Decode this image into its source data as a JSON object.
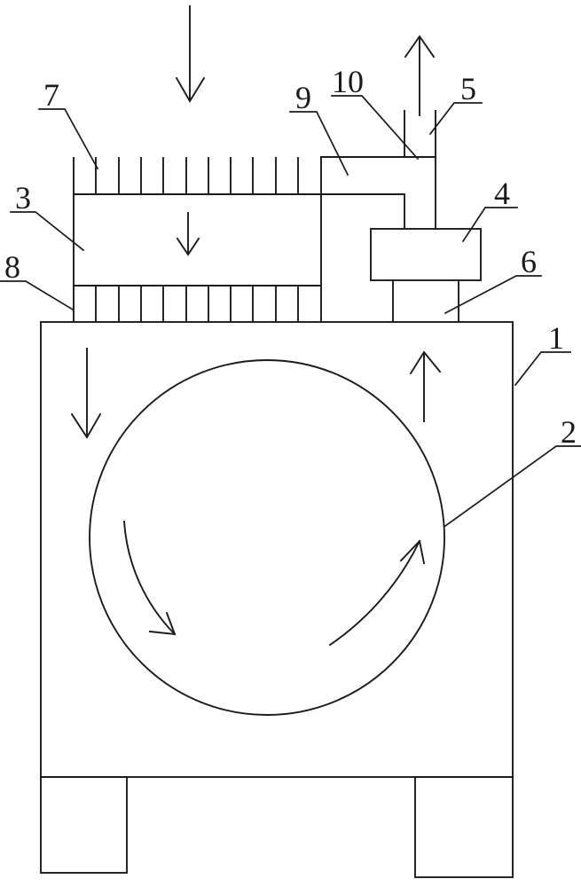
{
  "figure": {
    "background_color": "#ffffff",
    "line_color": "#1b1b1b",
    "reference_labels": [
      {
        "text": "7"
      },
      {
        "text": "3"
      },
      {
        "text": "8"
      },
      {
        "text": "9"
      },
      {
        "text": "10"
      },
      {
        "text": "5"
      },
      {
        "text": "4"
      },
      {
        "text": "6"
      },
      {
        "text": "1"
      },
      {
        "text": "2"
      }
    ]
  }
}
